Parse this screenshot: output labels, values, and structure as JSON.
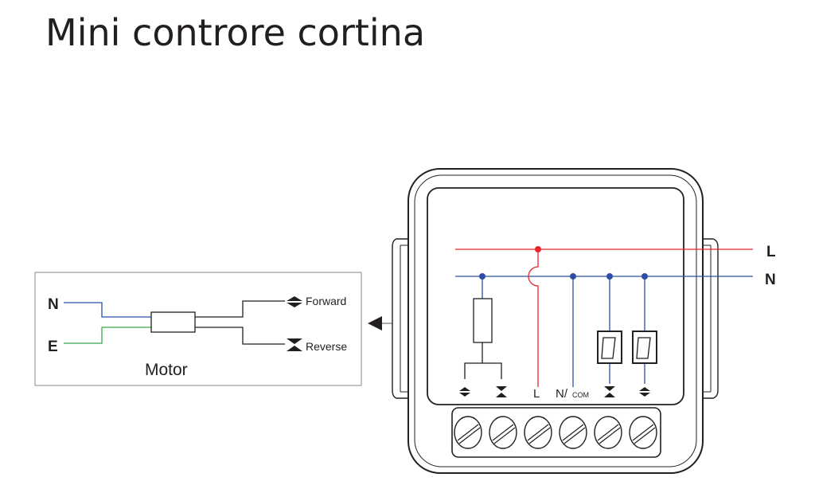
{
  "title": "Mini controre cortina",
  "motor_box": {
    "label_n": "N",
    "label_e": "E",
    "motor_label": "Motor",
    "forward_label": "Forward",
    "reverse_label": "Reverse"
  },
  "device": {
    "line_label": "L",
    "neutral_label": "N",
    "terminal_l": "L",
    "terminal_n": "N/",
    "terminal_com": "COM"
  },
  "colors": {
    "line": "#e8262b",
    "neutral": "#2b4fa3",
    "earth": "#39a84a",
    "outline": "#231f20"
  }
}
